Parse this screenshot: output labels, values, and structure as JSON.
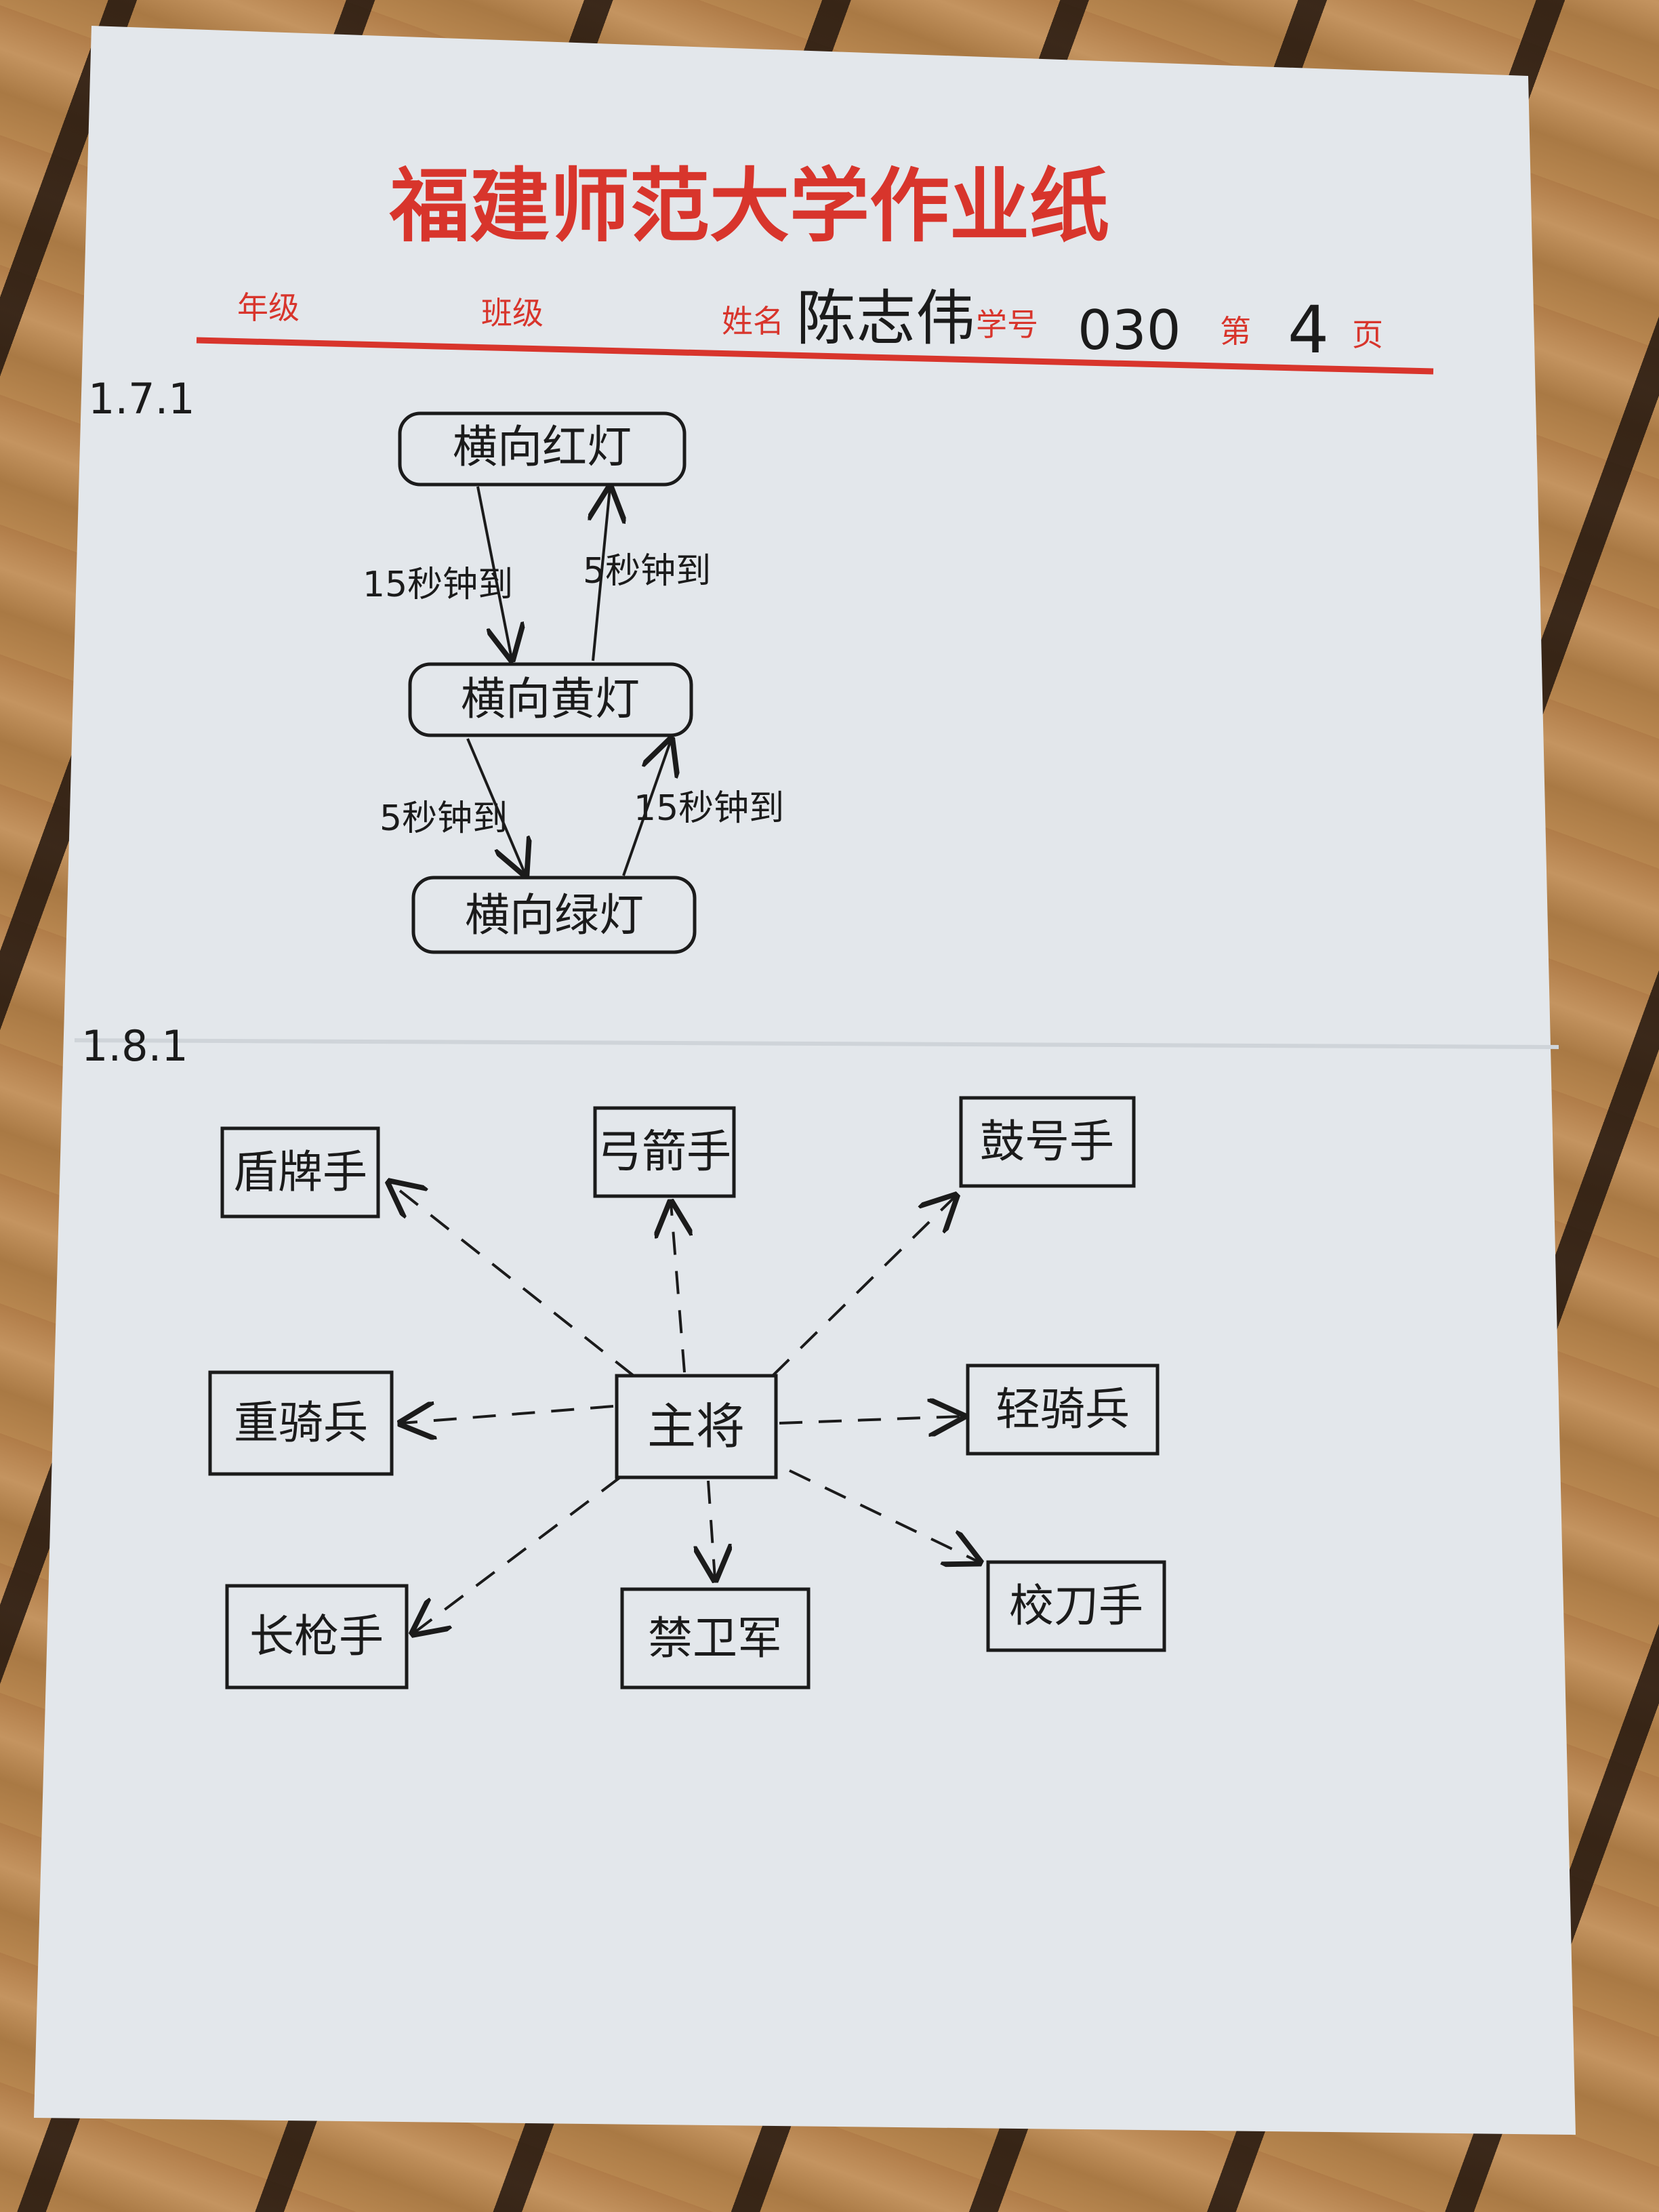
{
  "header": {
    "title": "福建师范大学作业纸",
    "grade_label": "年级",
    "class_label": "班级",
    "name_label": "姓名",
    "name_value": "陈志伟",
    "student_id_label": "学号",
    "student_id_value": "030",
    "page_prefix": "第",
    "page_value": "4",
    "page_suffix": "页"
  },
  "section1": {
    "number": "1.7.1",
    "states": [
      "横向红灯",
      "横向黄灯",
      "横向绿灯"
    ],
    "transitions": [
      "15秒钟到",
      "5秒钟到",
      "5秒钟到",
      "15秒钟到"
    ]
  },
  "section2": {
    "number": "1.8.1",
    "center": "主将",
    "nodes": [
      "盾牌手",
      "弓箭手",
      "鼓号手",
      "重骑兵",
      "轻骑兵",
      "长枪手",
      "禁卫军",
      "校刀手"
    ]
  },
  "colors": {
    "paper": "#e4e8ec",
    "ink": "#1b1b1b",
    "header_red": "#d8352c"
  }
}
